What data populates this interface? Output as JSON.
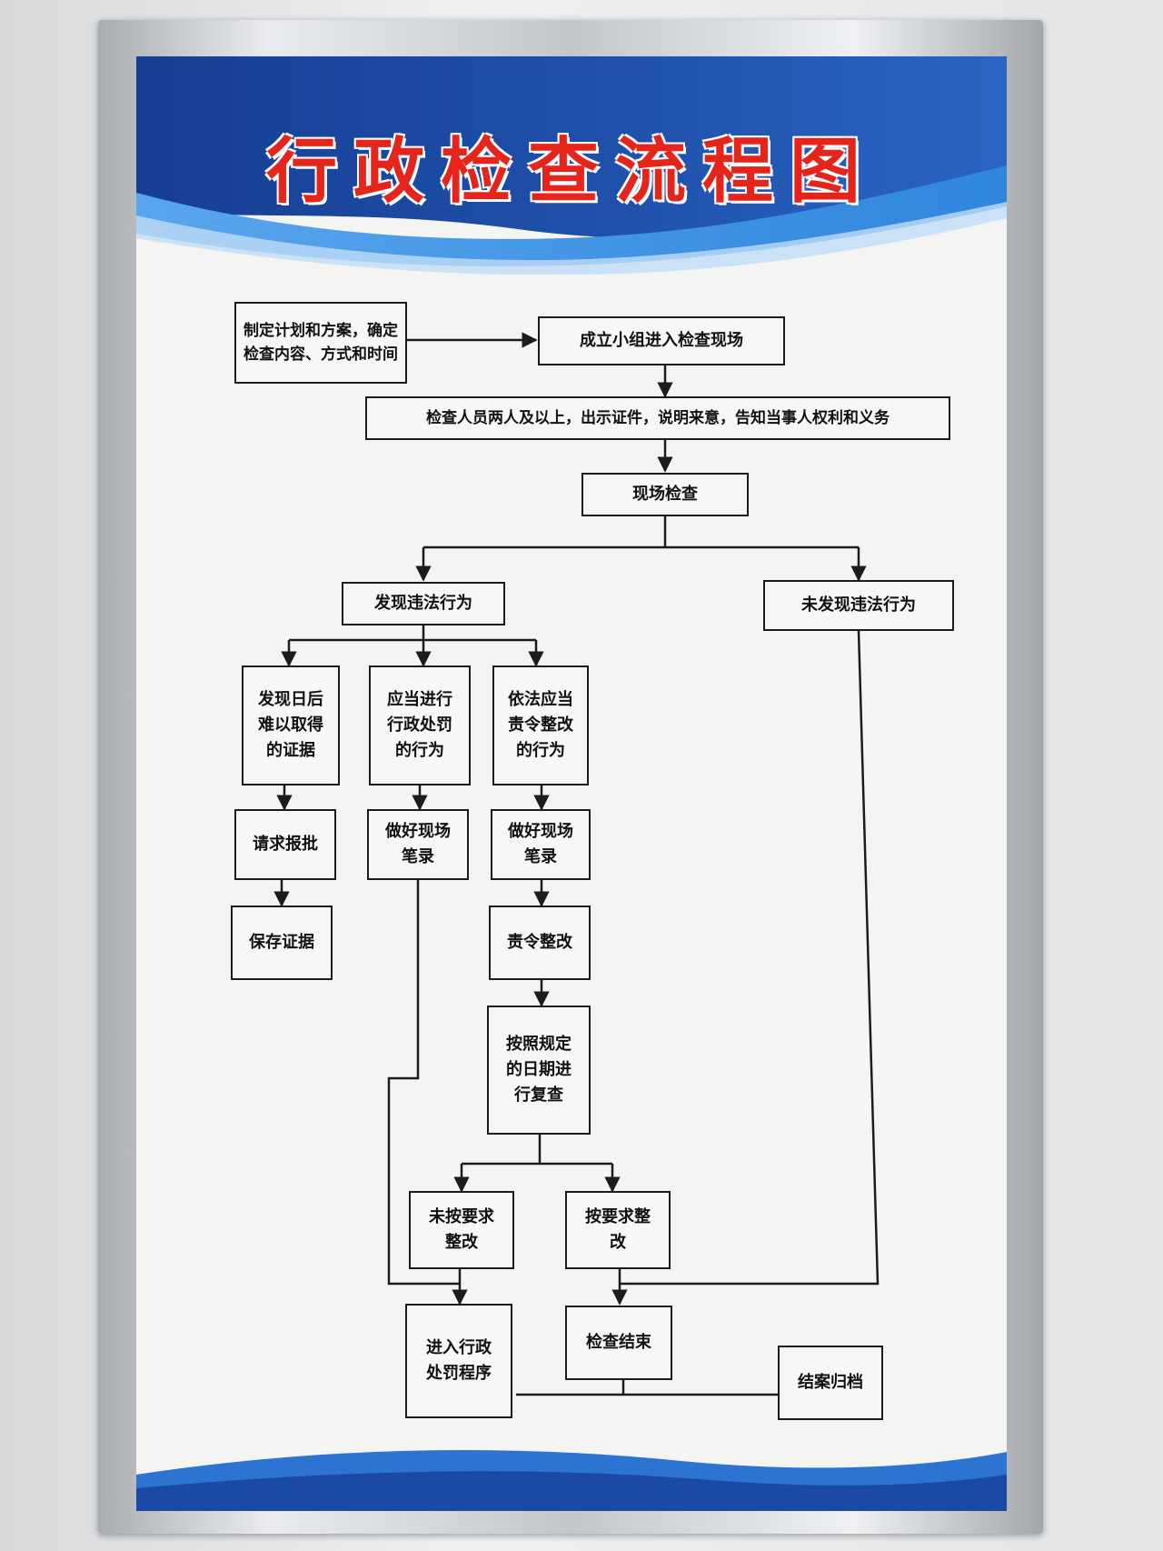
{
  "title": "行政检查流程图",
  "colors": {
    "banner_blue": "#1e4fa8",
    "banner_light": "#3f8fe0",
    "title_red": "#e5241b",
    "line": "#1c1c1c"
  },
  "nodes": {
    "plan": "制定计划和方案，确定检查内容、方式和时间",
    "team": "成立小组进入检查现场",
    "inspectors": "检查人员两人及以上，出示证件，说明来意，告知当事人权利和义务",
    "onsite": "现场检查",
    "found": "发现违法行为",
    "not_found": "未发现违法行为",
    "evidence_hard": "发现日后难以取得的证据",
    "should_punish": "应当进行行政处罚的行为",
    "should_rectify": "依法应当责令整改的行为",
    "request_approval": "请求报批",
    "preserve_evidence": "保存证据",
    "record_a": "做好现场笔录",
    "record_b": "做好现场笔录",
    "order_rectify": "责令整改",
    "recheck": "按照规定的日期进行复查",
    "not_rectified": "未按要求整改",
    "rectified": "按要求整改",
    "enter_penalty": "进入行政处罚程序",
    "inspection_end": "检查结束",
    "close_archive": "结案归档"
  }
}
